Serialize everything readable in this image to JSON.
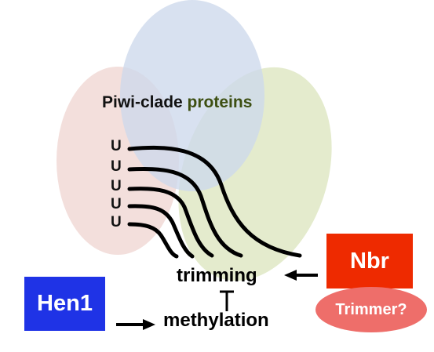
{
  "title": {
    "part1": "Piwi-clade ",
    "part2": "proteins"
  },
  "strand_letters": [
    "U",
    "U",
    "U",
    "U",
    "U"
  ],
  "steps": {
    "trimming": "trimming",
    "methylation": "methylation"
  },
  "hen1": {
    "label": "Hen1",
    "color": "#1f33e6"
  },
  "nbr": {
    "label": "Nbr",
    "color": "#ee2a00"
  },
  "trimmer": {
    "label": "Trimmer?",
    "color": "#ee6e6a"
  },
  "colors": {
    "ellipse_left": "#f2dcd8",
    "ellipse_top": "#cdd9ec",
    "ellipse_right": "#dfe7c4"
  }
}
